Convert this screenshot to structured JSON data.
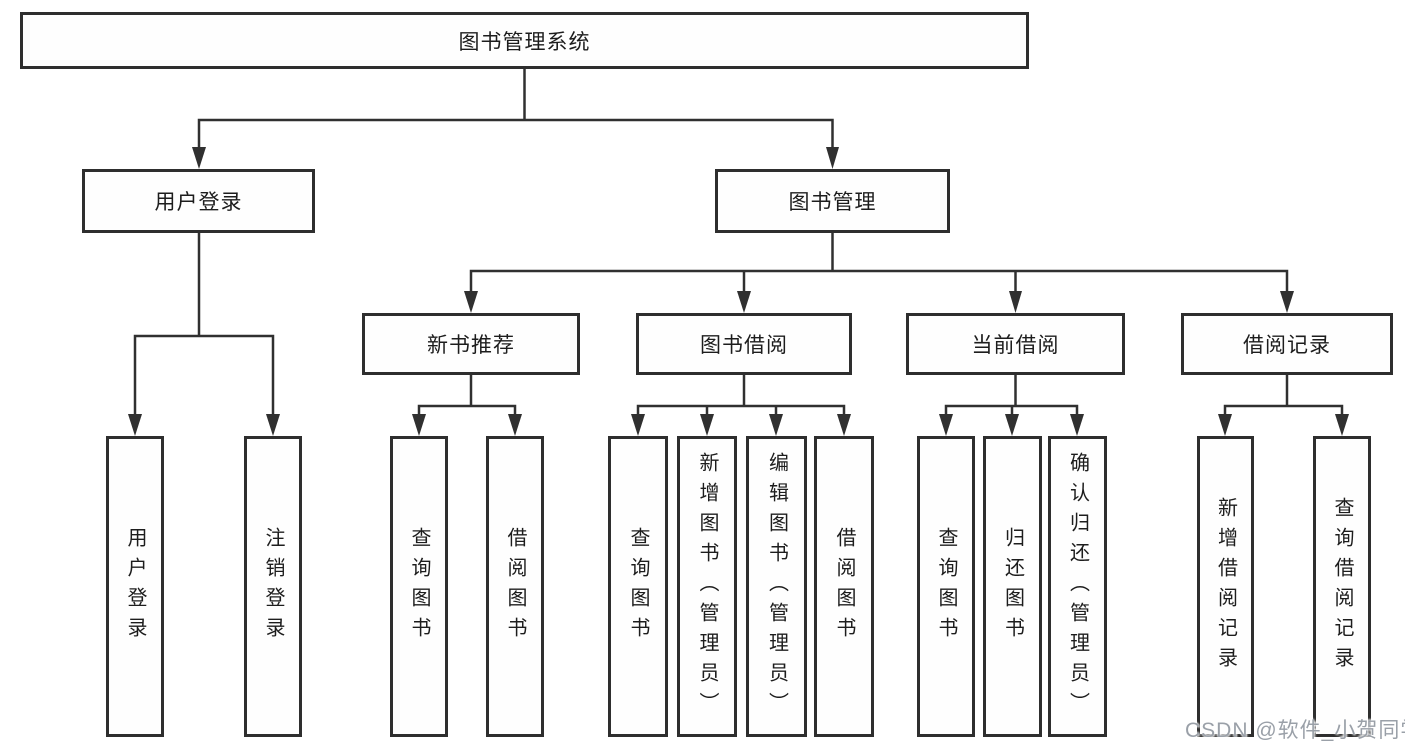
{
  "diagram": {
    "title": "图书管理系统",
    "root": {
      "label": "图书管理系统"
    },
    "branches": [
      {
        "label": "用户登录",
        "children": [
          {
            "label": "用户登录"
          },
          {
            "label": "注销登录"
          }
        ]
      },
      {
        "label": "图书管理",
        "groups": [
          {
            "label": "新书推荐",
            "children": [
              {
                "label": "查询图书"
              },
              {
                "label": "借阅图书"
              }
            ]
          },
          {
            "label": "图书借阅",
            "children": [
              {
                "label": "查询图书"
              },
              {
                "label": "新增图书（管理员）"
              },
              {
                "label": "编辑图书（管理员）"
              },
              {
                "label": "借阅图书"
              }
            ]
          },
          {
            "label": "当前借阅",
            "children": [
              {
                "label": "查询图书"
              },
              {
                "label": "归还图书"
              },
              {
                "label": "确认归还（管理员）"
              }
            ]
          },
          {
            "label": "借阅记录",
            "children": [
              {
                "label": "新增借阅记录"
              },
              {
                "label": "查询借阅记录"
              }
            ]
          }
        ]
      }
    ]
  },
  "watermark": {
    "text": "CSDN @软件_小贺同学"
  },
  "colors": {
    "line": "#303030",
    "box_border": "#2e2e2e",
    "box_fill": "#fefefe",
    "text": "#1d1d1d",
    "watermark": "#9aa0a8",
    "background": "#ffffff"
  }
}
